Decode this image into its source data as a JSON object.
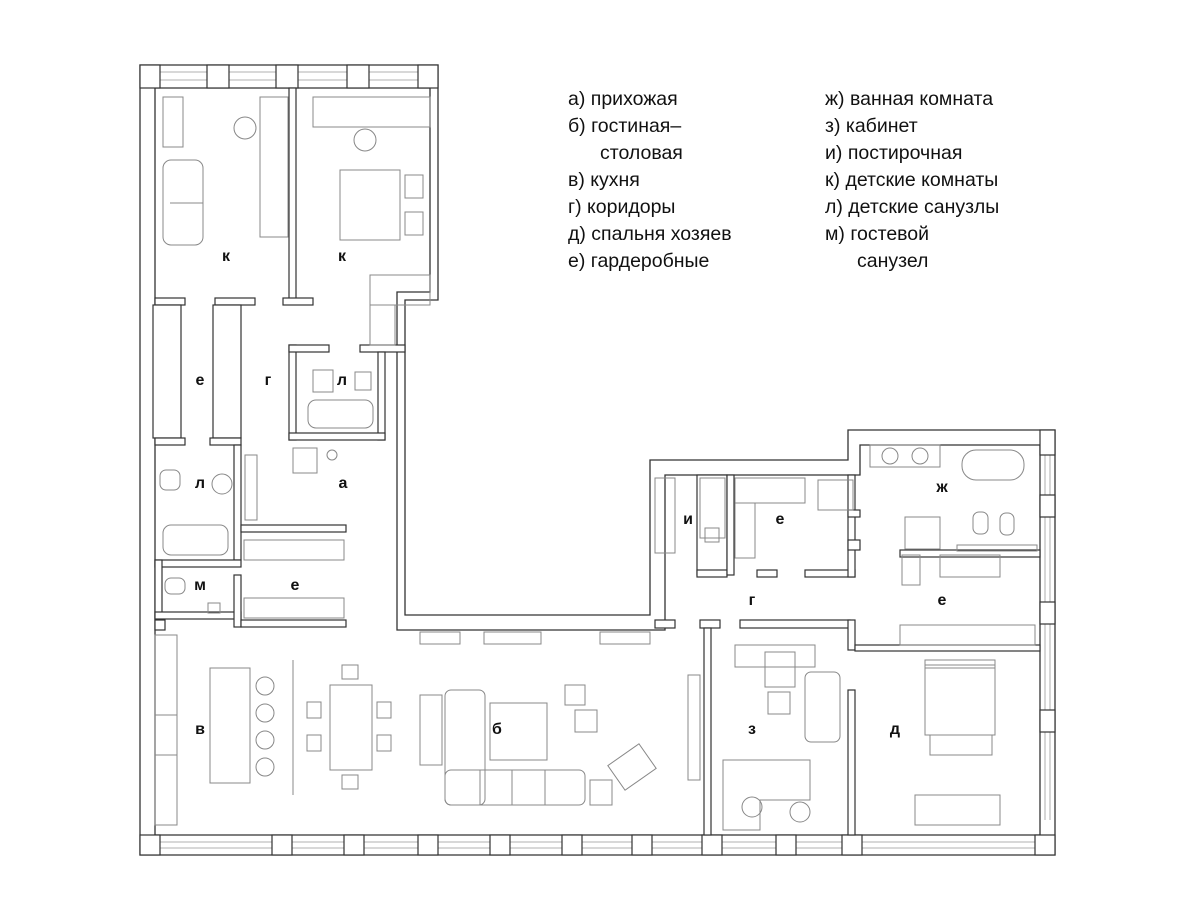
{
  "legend": {
    "left": [
      {
        "key": "а)",
        "text": "прихожая"
      },
      {
        "key": "б)",
        "text": "гостиная–",
        "cont": "столовая"
      },
      {
        "key": "в)",
        "text": "кухня"
      },
      {
        "key": "г)",
        "text": "коридоры"
      },
      {
        "key": "д)",
        "text": "спальня хозяев"
      },
      {
        "key": "е)",
        "text": "гардеробные"
      }
    ],
    "right": [
      {
        "key": "ж)",
        "text": "ванная комната"
      },
      {
        "key": "з)",
        "text": "кабинет"
      },
      {
        "key": "и)",
        "text": "постирочная"
      },
      {
        "key": "к)",
        "text": "детские комнаты"
      },
      {
        "key": "л)",
        "text": "детские санузлы"
      },
      {
        "key": "м)",
        "text": "гостевой",
        "cont": "санузел"
      }
    ]
  },
  "rooms": [
    "к",
    "к",
    "е",
    "г",
    "л",
    "л",
    "а",
    "м",
    "е",
    "в",
    "б",
    "и",
    "е",
    "ж",
    "г",
    "е",
    "з",
    "д"
  ]
}
